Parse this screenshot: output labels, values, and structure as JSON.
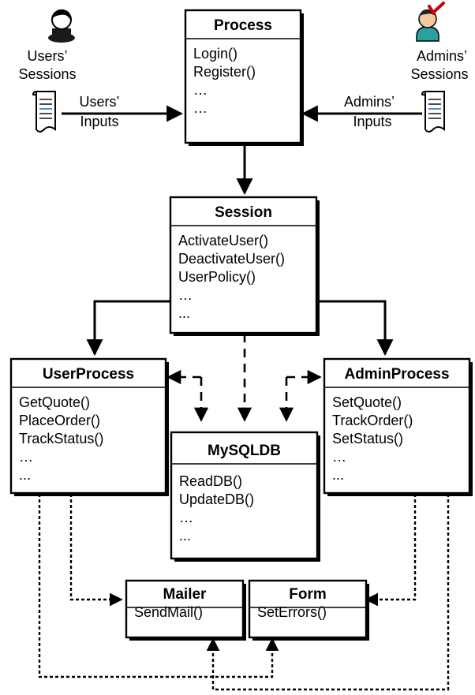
{
  "actors": {
    "users": {
      "label_line1": "Users’",
      "label_line2": "Sessions",
      "icon": "user-person-icon",
      "doc_icon": "document-icon"
    },
    "admins": {
      "label_line1": "Admins’",
      "label_line2": "Sessions",
      "icon": "admin-person-icon",
      "doc_icon": "document-icon"
    }
  },
  "edge_labels": {
    "users_inputs_line1": "Users’",
    "users_inputs_line2": "Inputs",
    "admins_inputs_line1": "Admins’",
    "admins_inputs_line2": "Inputs"
  },
  "classes": {
    "process": {
      "title": "Process",
      "methods": [
        "Login()",
        "Register()",
        "…",
        "…"
      ]
    },
    "session": {
      "title": "Session",
      "methods": [
        "ActivateUser()",
        "DeactivateUser()",
        "UserPolicy()",
        "…",
        "..."
      ]
    },
    "userprocess": {
      "title": "UserProcess",
      "methods": [
        "GetQuote()",
        "PlaceOrder()",
        "TrackStatus()",
        "…",
        "..."
      ]
    },
    "adminprocess": {
      "title": "AdminProcess",
      "methods": [
        "SetQuote()",
        "TrackOrder()",
        "SetStatus()",
        "…",
        "..."
      ]
    },
    "mysqldb": {
      "title": "MySQLDB",
      "methods": [
        "ReadDB()",
        "UpdateDB()",
        "…",
        "..."
      ]
    },
    "mailer": {
      "title": "Mailer",
      "methods": [
        "SendMail()"
      ]
    },
    "form": {
      "title": "Form",
      "methods": [
        "SetErrors()"
      ]
    }
  },
  "colors": {
    "line": "#000000",
    "fill": "#ffffff",
    "admin_check": "#cc0000",
    "doc_accent": "#3b82c4",
    "skin": "#f2c9a0",
    "shirt": "#2aa0a0"
  }
}
